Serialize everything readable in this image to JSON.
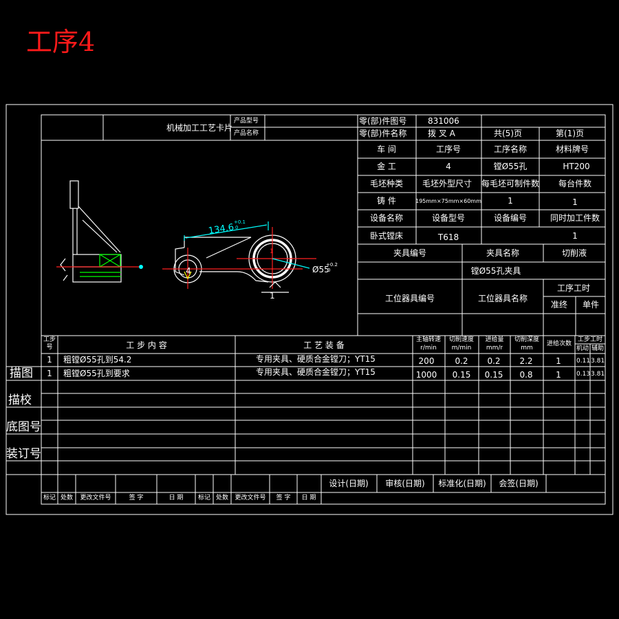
{
  "page_title": "工序4",
  "card": {
    "title": "机械加工工艺卡片",
    "product_model_label": "产品型号",
    "product_name_label": "产品名称",
    "part_no_label": "零(部)件图号",
    "part_no": "831006",
    "part_name_label": "零(部)件名称",
    "part_name": "拨 叉 A",
    "total_pages": "共(5)页",
    "page_no": "第(1)页"
  },
  "info": {
    "workshop_label": "车  间",
    "process_no_label": "工序号",
    "process_name_label": "工序名称",
    "material_label": "材料牌号",
    "workshop": "金  工",
    "process_no": "4",
    "process_name": "镗Ø55孔",
    "material": "HT200",
    "blank_type_label": "毛坯种类",
    "blank_size_label": "毛坯外型尺寸",
    "pieces_per_blank_label": "每毛坯可制件数",
    "pieces_per_unit_label": "每台件数",
    "blank_type": "铸  件",
    "blank_size": "195mm×75mm×60mm",
    "pieces_per_blank": "1",
    "pieces_per_unit": "1",
    "equip_name_label": "设备名称",
    "equip_model_label": "设备型号",
    "equip_no_label": "设备编号",
    "simul_label": "同时加工件数",
    "equip_name": "卧式镗床",
    "equip_model": "T618",
    "simul": "1",
    "fixture_no_label": "夹具编号",
    "fixture_name_label": "夹具名称",
    "coolant_label": "切削液",
    "fixture_name": "镗Ø55孔夹具",
    "station_tool_no_label": "工位器具编号",
    "station_tool_name_label": "工位器具名称",
    "time_label": "工序工时",
    "prep_label": "准终",
    "unit_label": "单件"
  },
  "drawing": {
    "dim_len": "134.6",
    "dim_tol_upper": "+0.1",
    "dim_tol_lower": "0",
    "hole_dia": "Ø55",
    "hole_tol_upper": "+0.2",
    "hole_tol_lower": "0",
    "label_1": "1",
    "label_4": "4",
    "label_small": "1"
  },
  "steps_table": {
    "headers": {
      "step_no": "工步号",
      "content": "工  步  内  容",
      "equipment": "工  艺  装  备",
      "spindle": "主轴转速",
      "spindle_unit": "r/min",
      "speed": "切削速度",
      "speed_unit": "m/min",
      "feed": "进给量",
      "feed_unit": "mm/r",
      "depth": "切削深度",
      "depth_unit": "mm",
      "passes": "进给次数",
      "hours": "工步工时",
      "hours_machine": "机动",
      "hours_aux": "辅助"
    },
    "rows": [
      {
        "no": "1",
        "content": "粗镗Ø55孔到54.2",
        "equip": "专用夹具、硬质合金镗刀；YT15",
        "spindle": "200",
        "speed": "0.2",
        "feed": "0.2",
        "depth": "2.2",
        "passes": "1",
        "machine": "0.11",
        "aux": "3.81"
      },
      {
        "no": "1",
        "content": "粗镗Ø55孔到要求",
        "equip": "专用夹具、硬质合金镗刀；YT15",
        "spindle": "1000",
        "speed": "0.15",
        "feed": "0.15",
        "depth": "0.8",
        "passes": "1",
        "machine": "0.13",
        "aux": "3.81"
      }
    ]
  },
  "side_labels": [
    "描图",
    "描校",
    "底图号",
    "装订号"
  ],
  "footer": {
    "design": "设计(日期)",
    "review": "审核(日期)",
    "standard": "标准化(日期)",
    "countersign": "会签(日期)",
    "mark": "标记",
    "count": "处数",
    "change_doc": "更改文件号",
    "sign": "签  字",
    "date": "日  期",
    "mark2": "标记",
    "count2": "处数",
    "change_doc2": "更改文件号",
    "sign2": "签  字",
    "date2": "日  期"
  },
  "colors": {
    "background": "#000000",
    "lines": "#ffffff",
    "title": "#ff1a1a",
    "dimension": "#00ffff",
    "center_line": "#ff2020",
    "hatch": "#00ff00"
  }
}
